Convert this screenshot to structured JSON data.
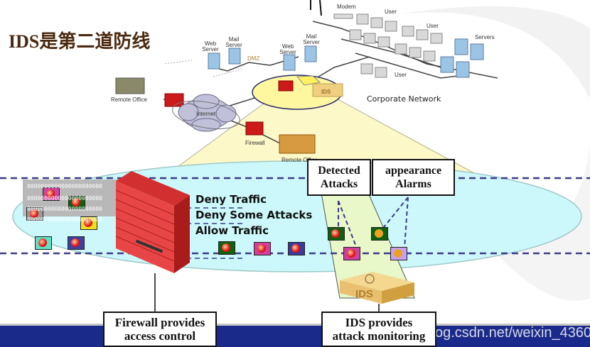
{
  "title": "IDS是第二道防线",
  "network": {
    "labels": {
      "web_server_1": "Web Server",
      "mail_server_1": "Mail Server",
      "dmz": "DMZ",
      "web_server_2": "Web Server",
      "mail_server_2": "Mail Server",
      "modem": "Modem",
      "user_1": "User",
      "user_2": "User",
      "user_3": "User",
      "servers": "Servers",
      "corporate_network": "Corporate Network",
      "remote_office_1": "Remote Office",
      "remote_office_2": "Remote Office",
      "internet": "Internet",
      "firewall": "Firewall",
      "ids_small": "IDS"
    }
  },
  "firewall_policies": [
    "Deny Traffic",
    "Deny Some Attacks",
    "Allow Traffic"
  ],
  "callouts": {
    "detected_attacks": [
      "Detected",
      "Attacks"
    ],
    "appearance_alarms": [
      "appearance",
      "Alarms"
    ],
    "firewall_provides": [
      "Firewall provides",
      "access control"
    ],
    "ids_provides": [
      "IDS provides",
      "attack monitoring"
    ]
  },
  "ids_device_label": "IDS",
  "binary_text": "0000000000000000000000",
  "watermark": "og.csdn.net/weixin_4360",
  "colors": {
    "title": "#4a2a10",
    "ellipse_fill": "#ccf8fb",
    "beam_fill": "#fdf8c8",
    "firewall_red": "#e84040",
    "dash": "#3a3a8a",
    "footer": "#1a2a8a"
  }
}
